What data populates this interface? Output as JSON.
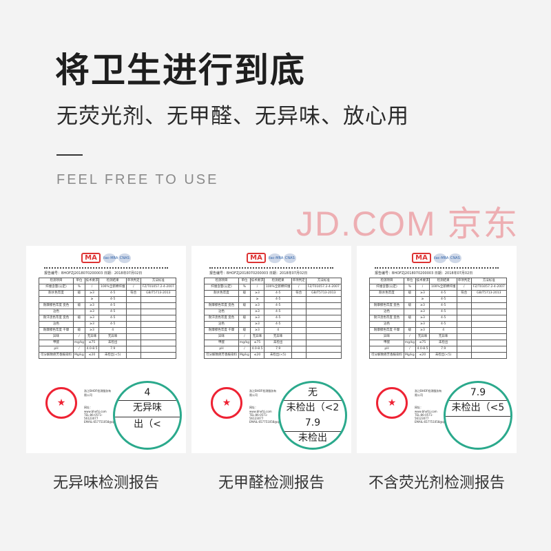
{
  "title": "将卫生进行到底",
  "subtitle": "无荧光剂、无甲醛、无异味、放心用",
  "english": "FEEL FREE TO USE",
  "watermark": "JD.COM 京东",
  "report": {
    "ma": "MA",
    "cert1": "ilac-MRA",
    "cert2": "CNAS",
    "meta": "报告编号：BHOFZJ2018070200003  日期：2018年07月02日",
    "stamp": "★",
    "footer1": "浙江BHOF检测服务有限公司",
    "footer2": "网址：www.bhofzj.com   TEL:86-0571-56123077   EMAIL:657751058@qq.com",
    "rows": [
      [
        "检测项目",
        "单位",
        "技术要求",
        "检测结果",
        "单项判定",
        "方法标准"
      ],
      [
        "纤维含量(公定)",
        "%",
        "/",
        "100%全新棉纤维",
        "/",
        "FZ/T01057.2-4-2007"
      ],
      [
        "耐水色牢度",
        "级",
        "≥3",
        "4-5",
        "符合",
        "GB/T5713-2013"
      ],
      [
        "",
        "",
        "≥",
        "4-5",
        "",
        ""
      ],
      [
        "耐摩擦色牢度 变色",
        "级",
        "≥3",
        "4-5",
        "",
        ""
      ],
      [
        "沾色",
        "",
        "≥3",
        "4-5",
        "",
        ""
      ],
      [
        "耐汗渍色牢度 变色",
        "级",
        "≥3",
        "4-5",
        "",
        ""
      ],
      [
        "沾色",
        "",
        "≥3",
        "4-5",
        "",
        ""
      ],
      [
        "耐摩擦色牢度 干摩",
        "级",
        "≥3",
        "4",
        "",
        ""
      ],
      [
        "异味",
        "/",
        "无异味",
        "无异味",
        "",
        ""
      ],
      [
        "甲醛",
        "mg/kg",
        "≤75",
        "未检出",
        "",
        ""
      ],
      [
        "pH",
        "/",
        "4.0-8.5",
        "7.9",
        "",
        ""
      ],
      [
        "可分解致癌芳香胺染料",
        "Mg/kg",
        "≤20",
        "未检出(<5)",
        "",
        ""
      ]
    ]
  },
  "cards": [
    {
      "caption": "无异味检测报告",
      "mag": [
        "4",
        "无异味",
        "出（<"
      ]
    },
    {
      "caption": "无甲醛检测报告",
      "mag": [
        "无",
        "未检出（<2",
        "7.9",
        "未检出"
      ]
    },
    {
      "caption": "不含荧光剂检测报告",
      "mag": [
        "7.9",
        "未检出（<5",
        ""
      ]
    }
  ]
}
